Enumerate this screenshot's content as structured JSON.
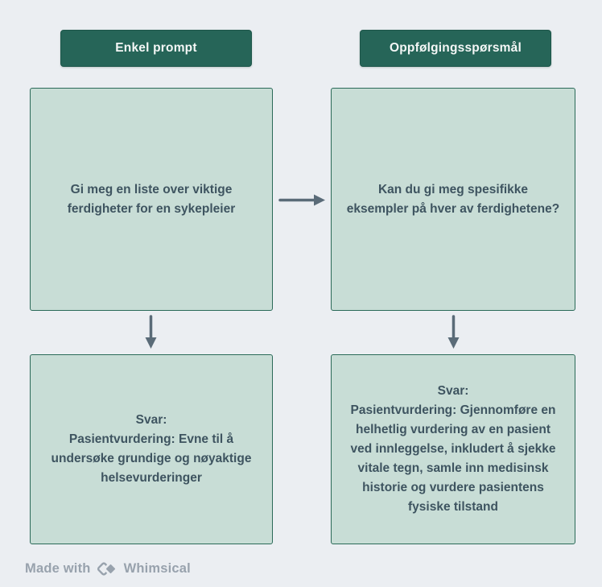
{
  "diagram": {
    "columns": [
      {
        "header": "Enkel prompt",
        "prompt": "Gi meg en liste over viktige ferdigheter for en sykepleier",
        "answer": "Svar:\nPasientvurdering: Evne til å undersøke grundige og nøyaktige helsevurderinger"
      },
      {
        "header": "Oppfølgingsspørsmål",
        "prompt": "Kan du gi meg spesifikke eksempler på hver av ferdighetene?",
        "answer": "Svar:\nPasientvurdering: Gjennomføre en helhetlig vurdering av en pasient ved innleggelse, inkludert å sjekke vitale tegn, samle inn medisinsk historie og vurdere pasientens fysiske tilstand"
      }
    ],
    "connectors": [
      {
        "from": "prompt-left",
        "to": "prompt-right",
        "direction": "right"
      },
      {
        "from": "prompt-left",
        "to": "answer-left",
        "direction": "down"
      },
      {
        "from": "prompt-right",
        "to": "answer-right",
        "direction": "down"
      }
    ]
  },
  "footer": {
    "made_with": "Made with",
    "brand": "Whimsical"
  },
  "colors": {
    "page_background": "#ebeef2",
    "header_background": "#266558",
    "header_text": "#f4f7f6",
    "box_background": "#c8ddd6",
    "box_border": "#2a6a58",
    "box_text": "#3e5460",
    "arrow": "#5a6b78",
    "footer_text": "#98a2ad"
  }
}
